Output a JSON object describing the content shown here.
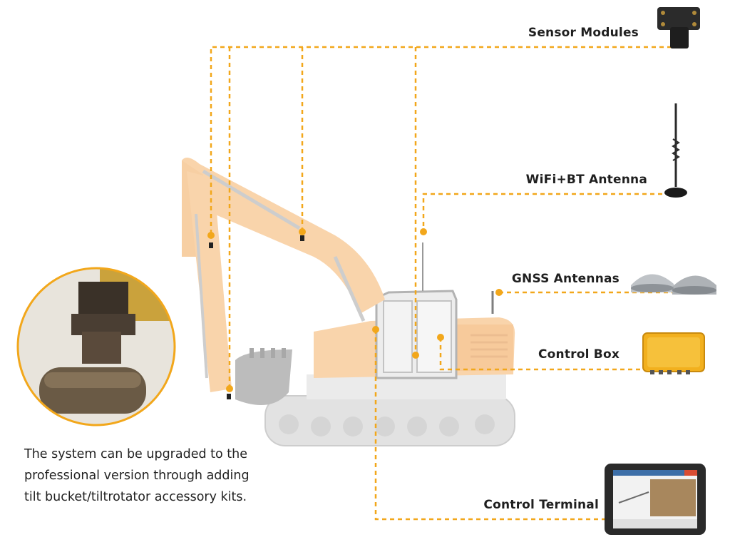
{
  "labels": {
    "sensor_modules": "Sensor Modules",
    "wifi_bt_antenna": "WiFi+BT Antenna",
    "gnss_antennas": "GNSS Antennas",
    "control_box": "Control Box",
    "control_terminal": "Control Terminal"
  },
  "note": "The system can be upgraded to the professional version through adding tilt bucket/tiltrotator accessory kits.",
  "colors": {
    "leader_line": "#f2a71b",
    "excavator_body": "#f7c690",
    "excavator_dark": "#cfcfcf",
    "control_box": "#f2b01e",
    "gnss_dome": "#bfc3c7",
    "terminal_frame": "#2a2a2a",
    "circle_border": "#f2a71b"
  },
  "icons": {
    "sensor": "sensor-module-icon",
    "antenna": "wifi-antenna-icon",
    "gnss": "gnss-antenna-icon",
    "box": "control-box-icon",
    "terminal": "tablet-terminal-icon",
    "zoom": "tilt-bucket-closeup"
  }
}
